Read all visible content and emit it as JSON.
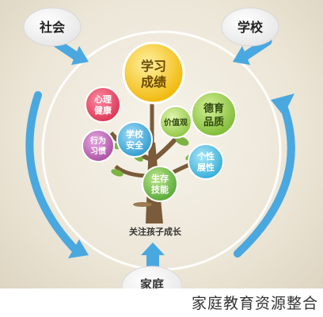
{
  "diagram": {
    "nodes": {
      "society": "社会",
      "school": "学校",
      "family": "家庭",
      "academic": [
        "学习",
        "成绩"
      ],
      "psychology": [
        "心理",
        "健康"
      ],
      "moral": [
        "德育",
        "品质"
      ],
      "values": "价值观",
      "school_safety": [
        "学校",
        "安全"
      ],
      "behavior": [
        "行为",
        "习惯"
      ],
      "personality": [
        "个性",
        "展性"
      ],
      "life_skills": [
        "生存",
        "技能"
      ]
    },
    "caption": "关注孩子成长",
    "colors": {
      "arrow_blue": "#4aa8e0",
      "academic": "#f4c21b",
      "psychology": "#e8466b",
      "moral": "#8cc63e",
      "values": "#9ccc4a",
      "school_safety": "#33a8d9",
      "behavior": "#b85fb0",
      "personality": "#3cb6dc",
      "life_skills": "#62b845",
      "trunk": "#7a5c3a",
      "leaf": "#7cb342"
    }
  },
  "footer": {
    "text": "家庭教育资源整合"
  }
}
